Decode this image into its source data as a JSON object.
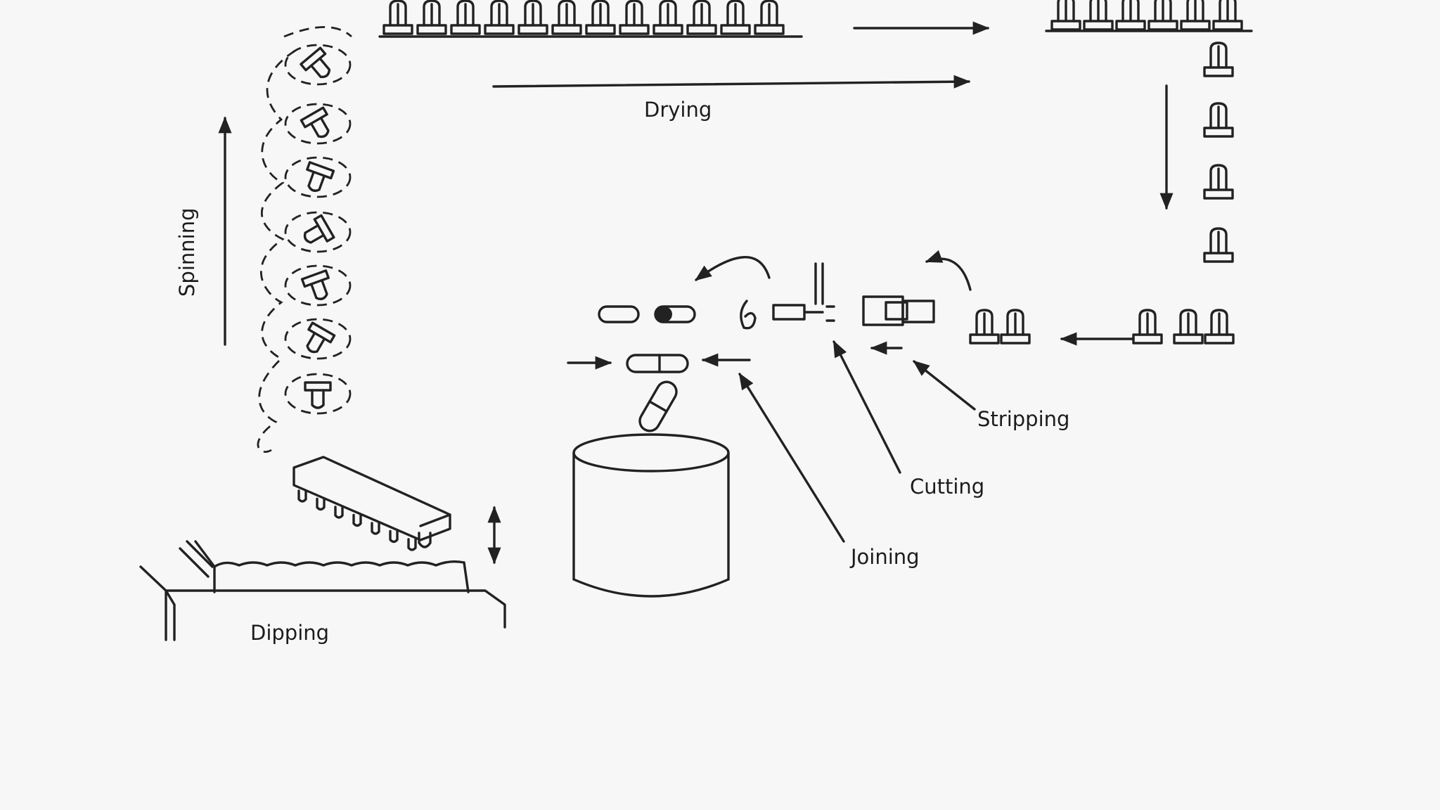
{
  "diagram": {
    "labels": {
      "drying": "Drying",
      "spinning": "Spinning",
      "stripping": "Stripping",
      "cutting": "Cutting",
      "joining": "Joining",
      "dipping": "Dipping"
    },
    "colors": {
      "background": "#f7f7f7",
      "ink": "#222222"
    },
    "icons": [
      "capsule-pin-icon",
      "capsule-icon",
      "container-icon",
      "blade-icon",
      "arrow-icon"
    ]
  }
}
